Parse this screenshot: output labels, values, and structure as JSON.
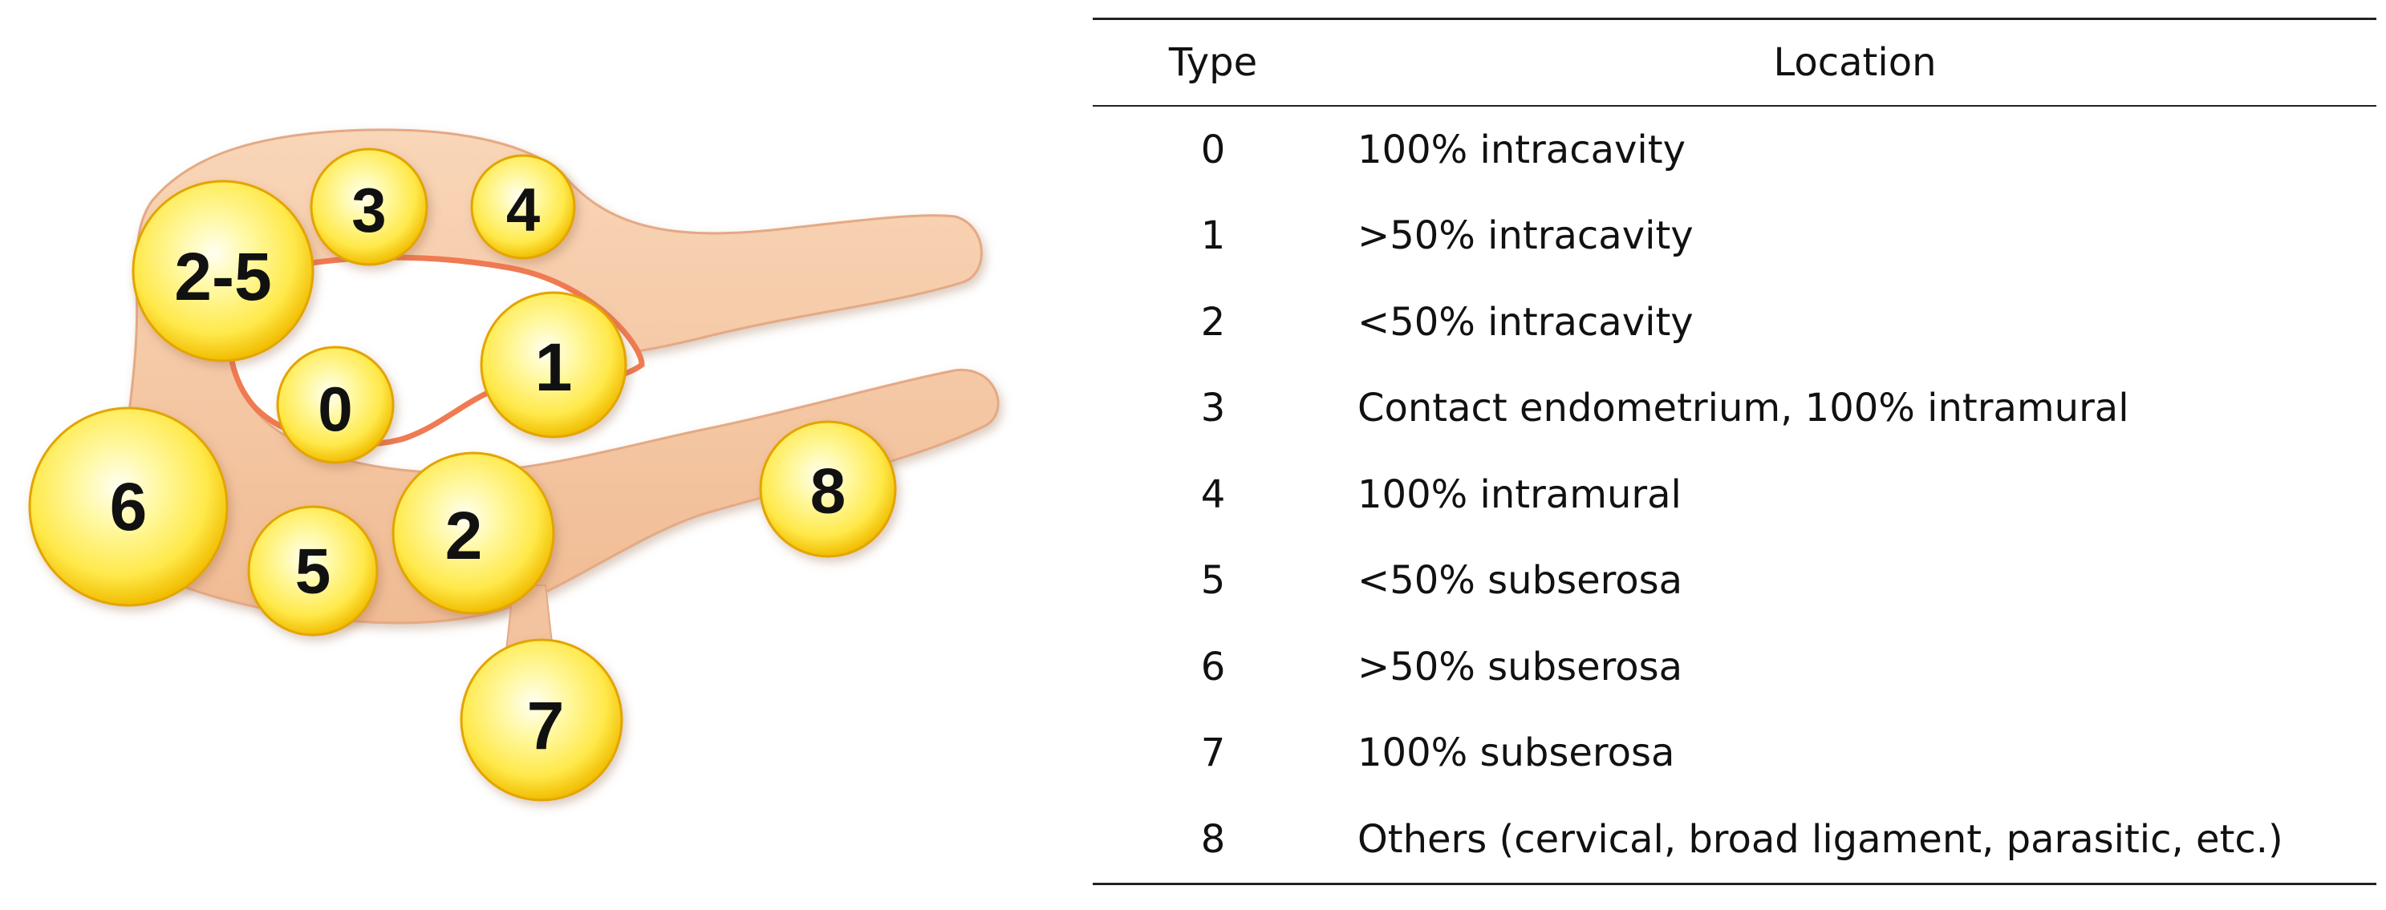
{
  "diagram": {
    "fibroid_labels": [
      "0",
      "1",
      "2",
      "2-5",
      "3",
      "4",
      "5",
      "6",
      "7",
      "8"
    ],
    "colors": {
      "uterus_body": "#f5c9a6",
      "uterus_edge": "#e0a37c",
      "endometrium": "#f07a52",
      "fibroid_fill": "#ffe94a",
      "fibroid_edge": "#e3a400"
    }
  },
  "table": {
    "headers": {
      "type": "Type",
      "location": "Location"
    },
    "rows": [
      {
        "type": "0",
        "location": "100% intracavity"
      },
      {
        "type": "1",
        "location": ">50% intracavity"
      },
      {
        "type": "2",
        "location": "<50% intracavity"
      },
      {
        "type": "3",
        "location": "Contact endometrium, 100% intramural"
      },
      {
        "type": "4",
        "location": "100% intramural"
      },
      {
        "type": "5",
        "location": "<50% subserosa"
      },
      {
        "type": "6",
        "location": ">50% subserosa"
      },
      {
        "type": "7",
        "location": "100% subserosa"
      },
      {
        "type": "8",
        "location": "Others (cervical, broad ligament, parasitic, etc.)"
      }
    ]
  }
}
